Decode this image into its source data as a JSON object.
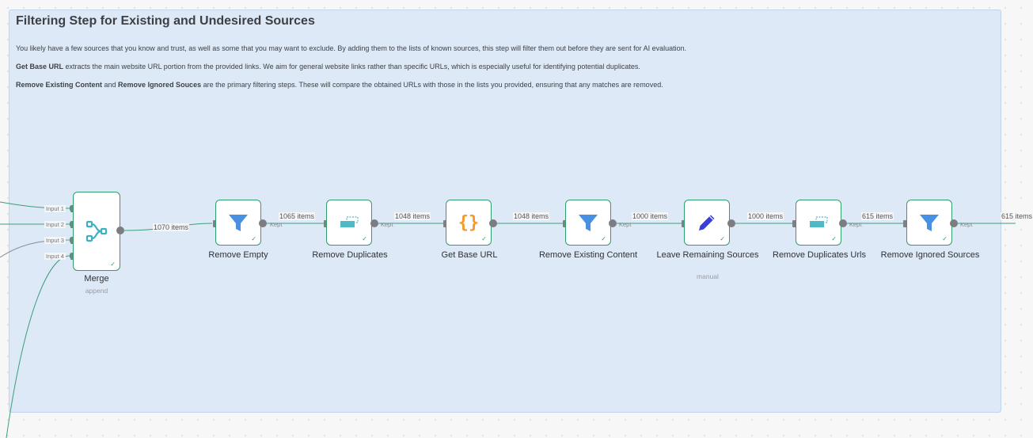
{
  "sticky": {
    "title": "Filtering Step for Existing and Undesired Sources",
    "para1": "You likely have a few sources that you know and trust, as well as some that you may want to exclude. By adding them to the lists of known sources, this step will filter them out before they are sent for AI evaluation.",
    "para2_bold": "Get Base URL",
    "para2_rest": " extracts the main website URL portion from the provided links. We aim for general website links rather than specific URLs, which is especially useful for identifying potential duplicates.",
    "para3_bold1": "Remove Existing Content",
    "para3_mid": " and ",
    "para3_bold2": "Remove Ignored Souces",
    "para3_rest": " are the primary filtering steps. These will compare the obtained URLs with those in the lists you provided, ensuring that any matches are removed."
  },
  "merge": {
    "name": "Merge",
    "subtitle": "append",
    "inputs": [
      "Input 1",
      "Input 2",
      "Input 3",
      "Input 4"
    ],
    "output_count": "1070 items"
  },
  "nodes": [
    {
      "name": "Remove Empty",
      "icon": "filter-icon",
      "kept": "Kept",
      "out_count": "1065 items"
    },
    {
      "name": "Remove Duplicates",
      "icon": "remove-duplicates-icon",
      "kept": "Kept",
      "out_count": "1048 items"
    },
    {
      "name": "Get Base URL",
      "icon": "code-braces-icon",
      "kept": "",
      "out_count": "1048 items"
    },
    {
      "name": "Remove Existing Content",
      "icon": "filter-icon",
      "kept": "Kept",
      "out_count": "1000 items"
    },
    {
      "name": "Leave Remaining Sources",
      "subtitle": "manual",
      "icon": "pencil-icon",
      "kept": "",
      "out_count": "1000 items"
    },
    {
      "name": "Remove Duplicates Urls",
      "icon": "remove-duplicates-icon",
      "kept": "Kept",
      "out_count": "615 items"
    },
    {
      "name": "Remove Ignored Sources",
      "icon": "filter-icon",
      "kept": "Kept",
      "out_count": "615 items"
    }
  ],
  "colors": {
    "node_border": "#2e9e6a",
    "edge": "#3a9f7a",
    "sticky_bg": "#dde9f6",
    "filter_icon": "#4a90e2",
    "code_icon": "#f29a2e",
    "pencil_icon": "#3b3fd8",
    "dedupe_icon": "#4fb8c9"
  }
}
